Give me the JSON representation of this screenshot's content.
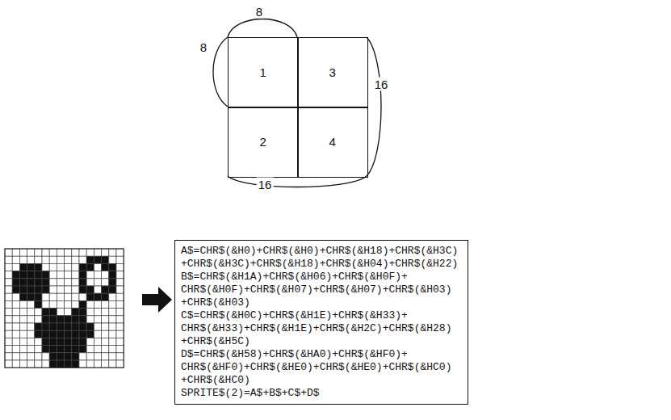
{
  "diagram": {
    "nodes": [
      {
        "text": [
          "1"
        ]
      },
      {
        "text": [
          "3"
        ]
      },
      {
        "text": [
          "2"
        ]
      },
      {
        "text": [
          "4"
        ]
      },
      {
        "text": [
          "A$=CHR$(&H0)+CHR$(&H0)+CHR$(&H18)+CHR$(&H3C) +CHR$(&H3C)+CHR$(&H18)+CHR$(&H04)+CHR$(&H22)",
          "B$=CHR$(&H1A)+CHR$(&H06)+CHR$(&H0F)+ CHR$(&H0F)+CHR$(&H07)+CHR$(&H07)+CHR$(&H03) +CHR$(&H03)",
          "C$=CHR$(&H0C)+CHR$(&H1E)+CHR$(&H33)+ CHR$(&H33)+CHR$(&H1E)+CHR$(&H2C)+CHR$(&H28) +CHR$(&H5C)",
          "D$=CHR$(&H58)+CHR$(&HA0)+CHR$(&HF0)+ CHR$(&HF0)+CHR$(&HE0)+CHR$(&HE0)+CHR$(&HC0) +CHR$(&HC0)",
          "SPRITE$(2)=A$+B$+C$+D$"
        ]
      }
    ],
    "labels": [
      "8",
      "8",
      "16",
      "16"
    ]
  }
}
